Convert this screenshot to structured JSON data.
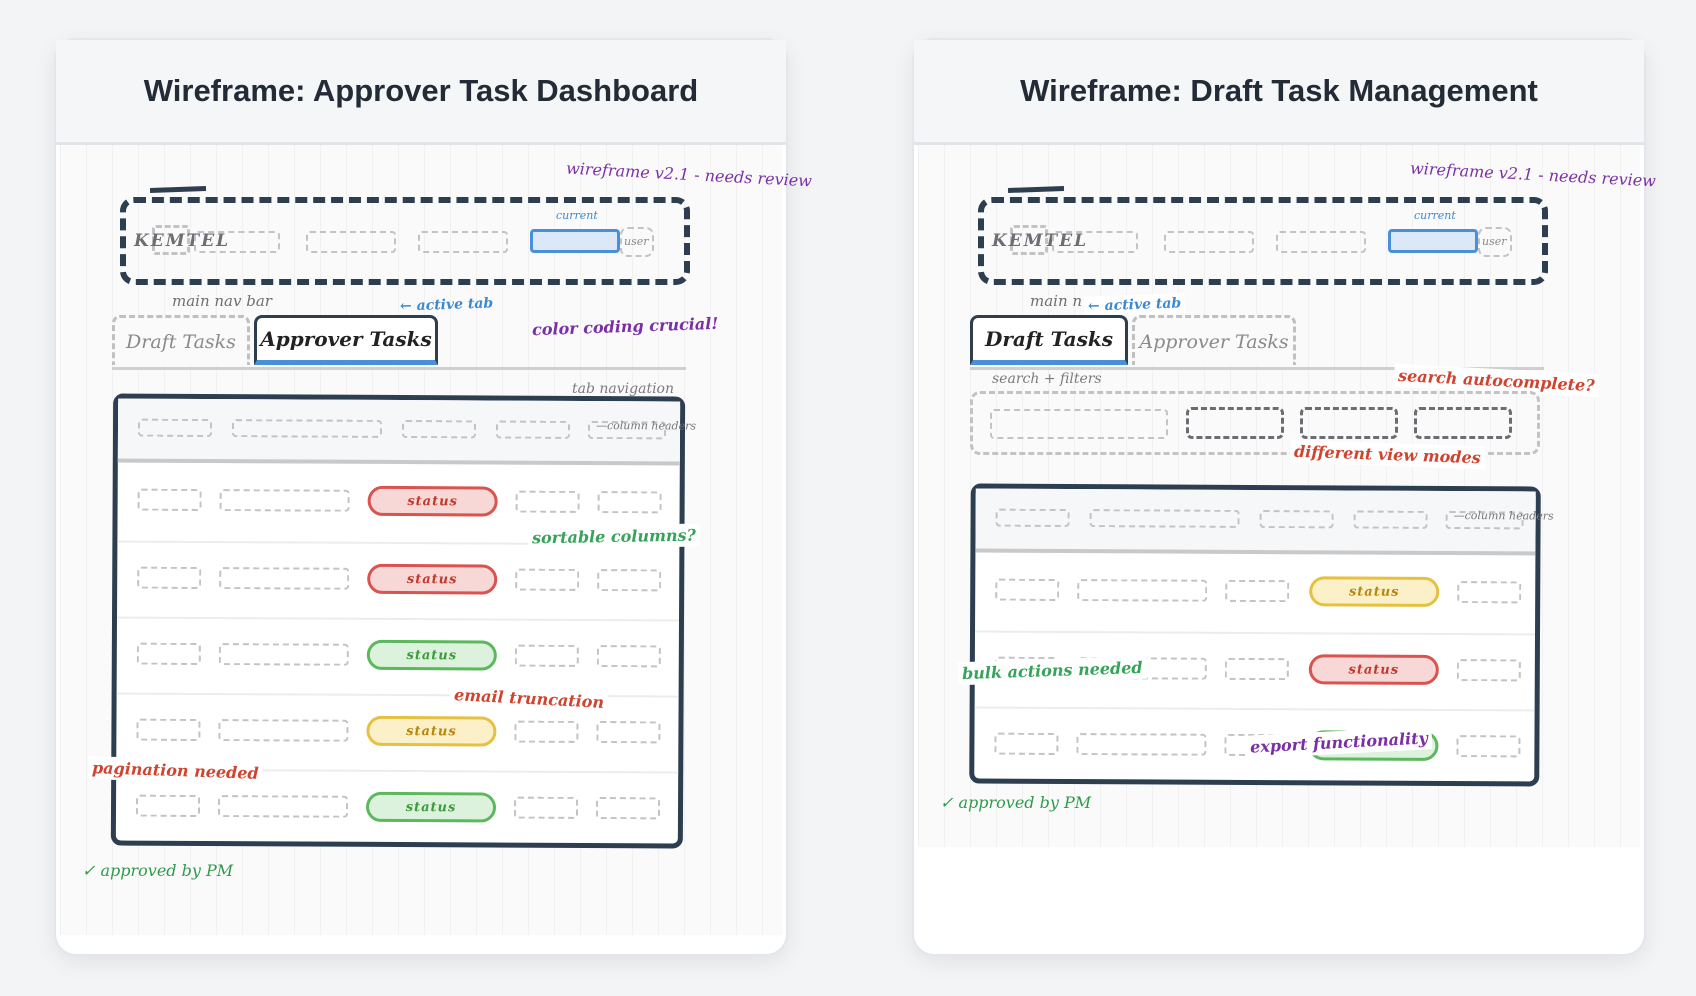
{
  "left": {
    "title": "Wireframe: Approver Task Dashboard",
    "version_note": "wireframe v2.1 - needs review",
    "logo": "KEMTEL",
    "current_label": "current",
    "user_label": "user",
    "nav_label": "main nav bar",
    "active_tab_note": "← active tab",
    "color_note": "color coding crucial!",
    "tabs": [
      "Draft Tasks",
      "Approver Tasks"
    ],
    "tab_nav_label": "tab navigation",
    "column_headers_label": "—column headers",
    "rows": [
      {
        "status": "status",
        "color": "red"
      },
      {
        "status": "status",
        "color": "red"
      },
      {
        "status": "status",
        "color": "green"
      },
      {
        "status": "status",
        "color": "yellow"
      },
      {
        "status": "status",
        "color": "green"
      }
    ],
    "notes": {
      "sortable": "sortable columns?",
      "email": "email truncation",
      "pagination": "pagination needed"
    },
    "approved": "✓ approved by PM"
  },
  "right": {
    "title": "Wireframe: Draft Task Management",
    "version_note": "wireframe v2.1 - needs review",
    "logo": "KEMTEL",
    "current_label": "current",
    "user_label": "user",
    "nav_label": "main n",
    "active_tab_note": "← active tab",
    "tabs": [
      "Draft Tasks",
      "Approver Tasks"
    ],
    "search_label": "search + filters",
    "search_note": "search autocomplete?",
    "view_note": "different view modes",
    "column_headers_label": "—column headers",
    "rows": [
      {
        "status": "status",
        "color": "yellow"
      },
      {
        "status": "status",
        "color": "red"
      },
      {
        "status": "",
        "color": "green"
      }
    ],
    "notes": {
      "bulk": "bulk actions needed",
      "export": "export functionality"
    },
    "approved": "✓ approved by PM"
  },
  "colors": {
    "nav_border": "#2d3e50",
    "accent_blue": "#4a90d9",
    "status_red": "#d9534f",
    "status_green": "#5cb85c",
    "status_yellow": "#e6c140",
    "note_purple": "#7b2fa6",
    "note_red": "#d0432f",
    "note_green": "#36a35a"
  }
}
